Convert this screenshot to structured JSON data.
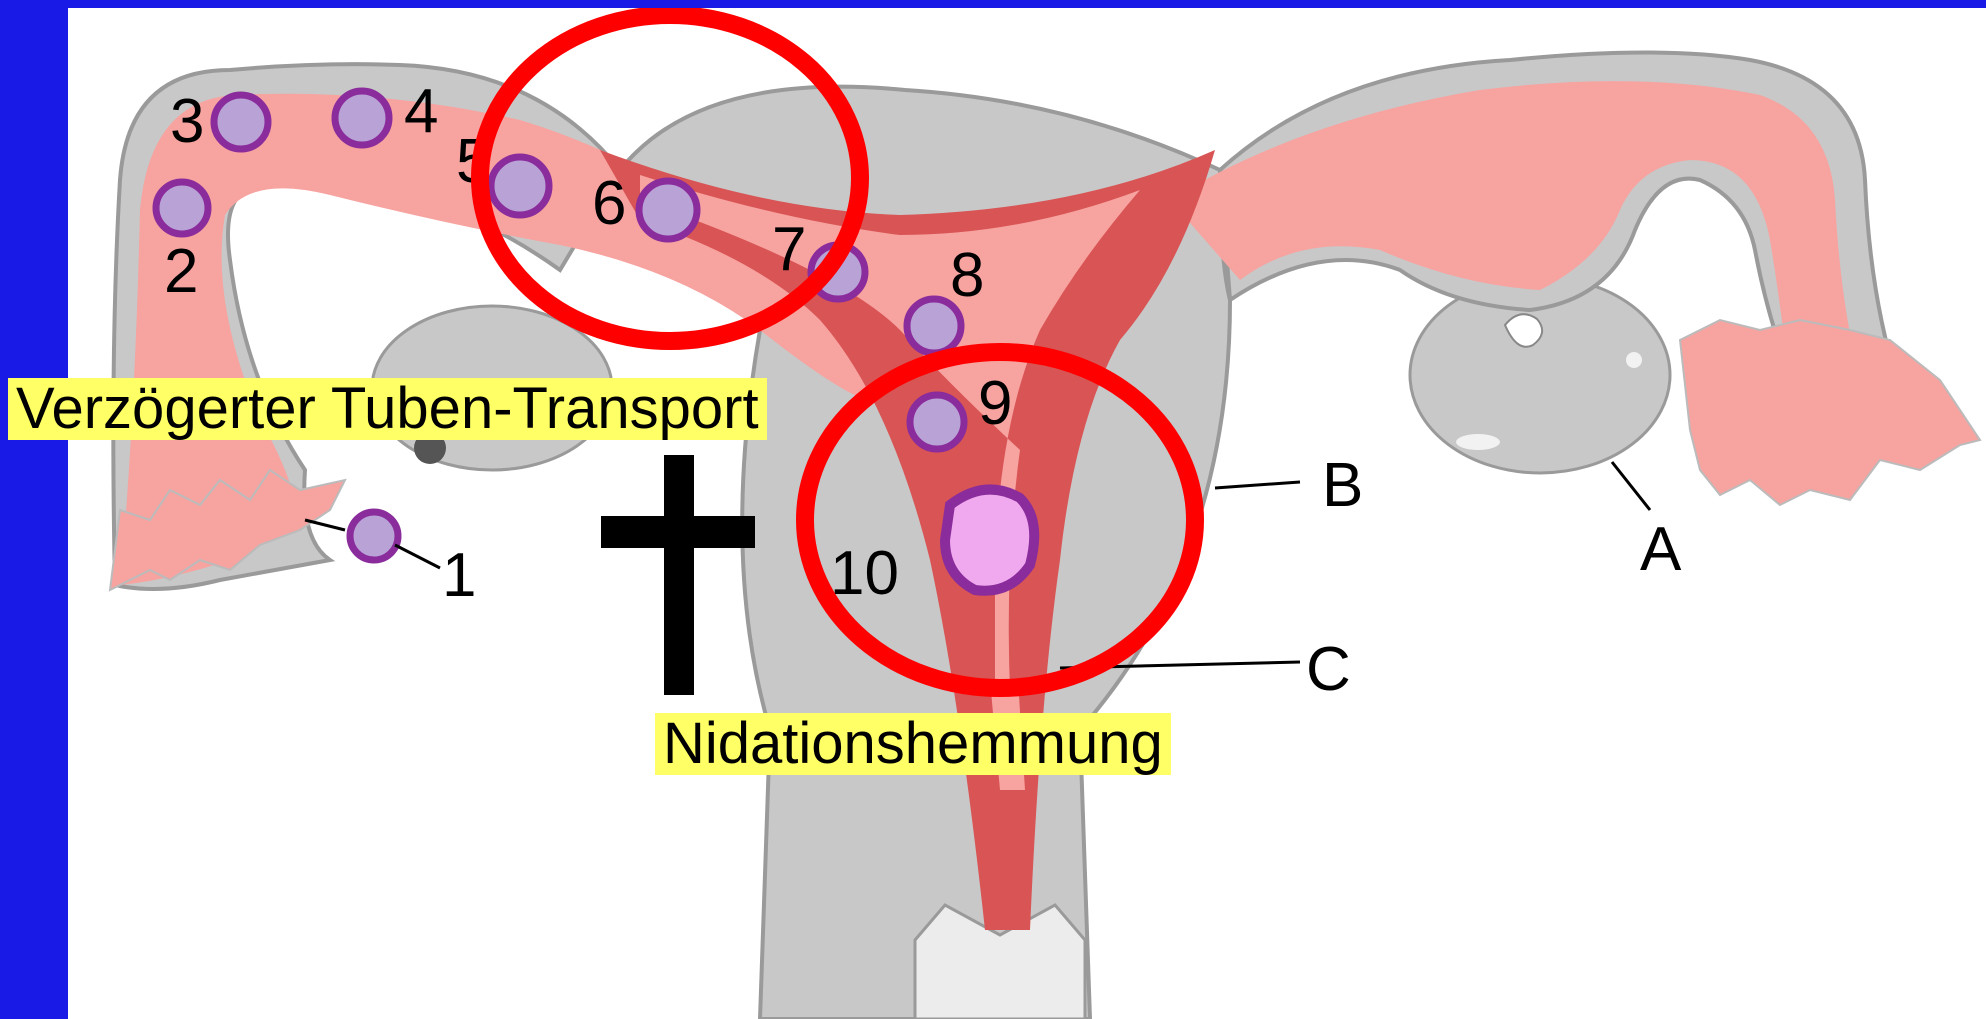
{
  "slide": {
    "colors": {
      "frame": "#1a1ae6",
      "canvas": "#ffffff",
      "tissue": "#c8c8c8",
      "lumen": "#f7a3a0",
      "lining": "#d95454",
      "embryo": "#8a2c9c",
      "highlight_ring": "#ff0000",
      "label_bg": "#ffff66"
    },
    "labels": {
      "tube_transport": "Verzögerter Tuben-Transport",
      "nidation": "Nidationshemmung"
    },
    "stage_numbers": [
      "1",
      "2",
      "3",
      "4",
      "5",
      "6",
      "7",
      "8",
      "9",
      "10"
    ],
    "structure_letters": [
      "A",
      "B",
      "C"
    ],
    "icons": [
      "cross-icon"
    ]
  }
}
